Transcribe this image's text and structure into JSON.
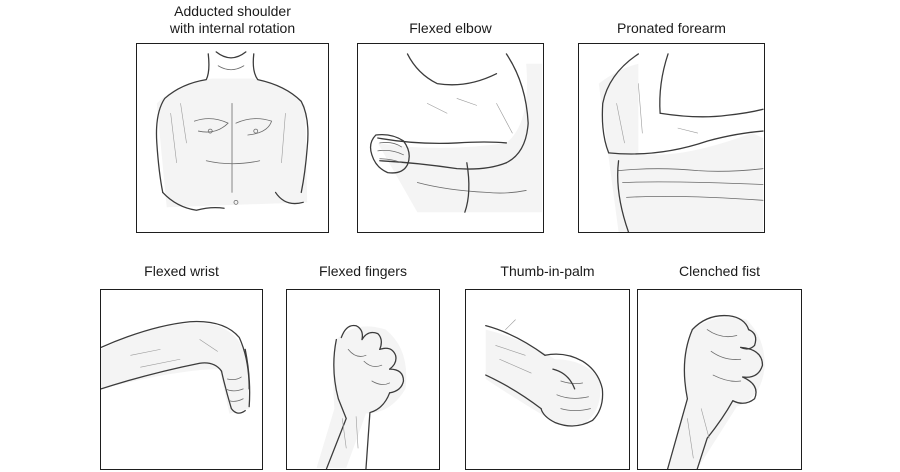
{
  "figure": {
    "top_row": [
      {
        "id": "adducted-shoulder",
        "caption": "Adducted shoulder\nwith internal rotation"
      },
      {
        "id": "flexed-elbow",
        "caption": "Flexed elbow"
      },
      {
        "id": "pronated-forearm",
        "caption": "Pronated forearm"
      }
    ],
    "bottom_row": [
      {
        "id": "flexed-wrist",
        "caption": "Flexed wrist"
      },
      {
        "id": "flexed-fingers",
        "caption": "Flexed fingers"
      },
      {
        "id": "thumb-in-palm",
        "caption": "Thumb-in-palm"
      },
      {
        "id": "clenched-fist",
        "caption": "Clenched fist"
      }
    ]
  }
}
